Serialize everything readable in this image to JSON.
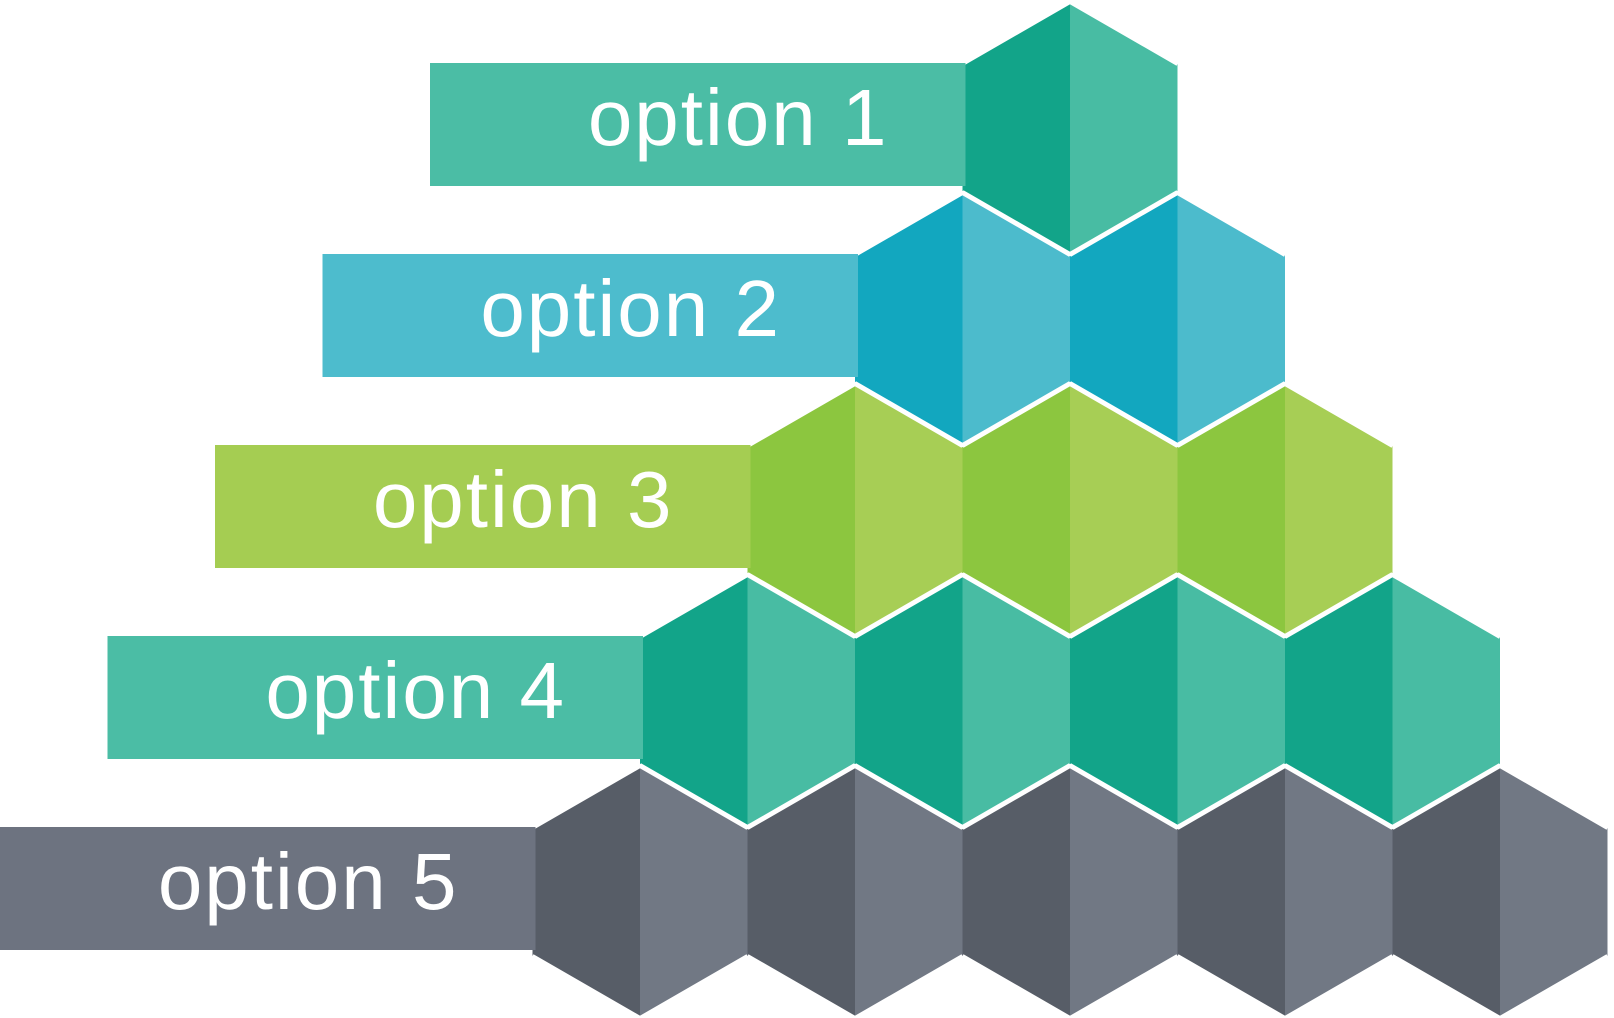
{
  "infographic": {
    "background_color": "#ffffff",
    "seam_color": "#ffffff",
    "label_color": "#ffffff",
    "options": [
      {
        "label": "option 1",
        "hexagons": 1,
        "banner_color": "#4bbda5",
        "face_dark": "#12a489",
        "face_light": "#48bca3"
      },
      {
        "label": "option 2",
        "hexagons": 2,
        "banner_color": "#4dbccd",
        "face_dark": "#12a7bf",
        "face_light": "#4cbbcc"
      },
      {
        "label": "option 3",
        "hexagons": 3,
        "banner_color": "#a5cd52",
        "face_dark": "#8cc63f",
        "face_light": "#a7ce55"
      },
      {
        "label": "option 4",
        "hexagons": 4,
        "banner_color": "#4bbda5",
        "face_dark": "#12a489",
        "face_light": "#48bca3"
      },
      {
        "label": "option 5",
        "hexagons": 5,
        "banner_color": "#6d7380",
        "face_dark": "#575d67",
        "face_light": "#717884"
      }
    ]
  }
}
